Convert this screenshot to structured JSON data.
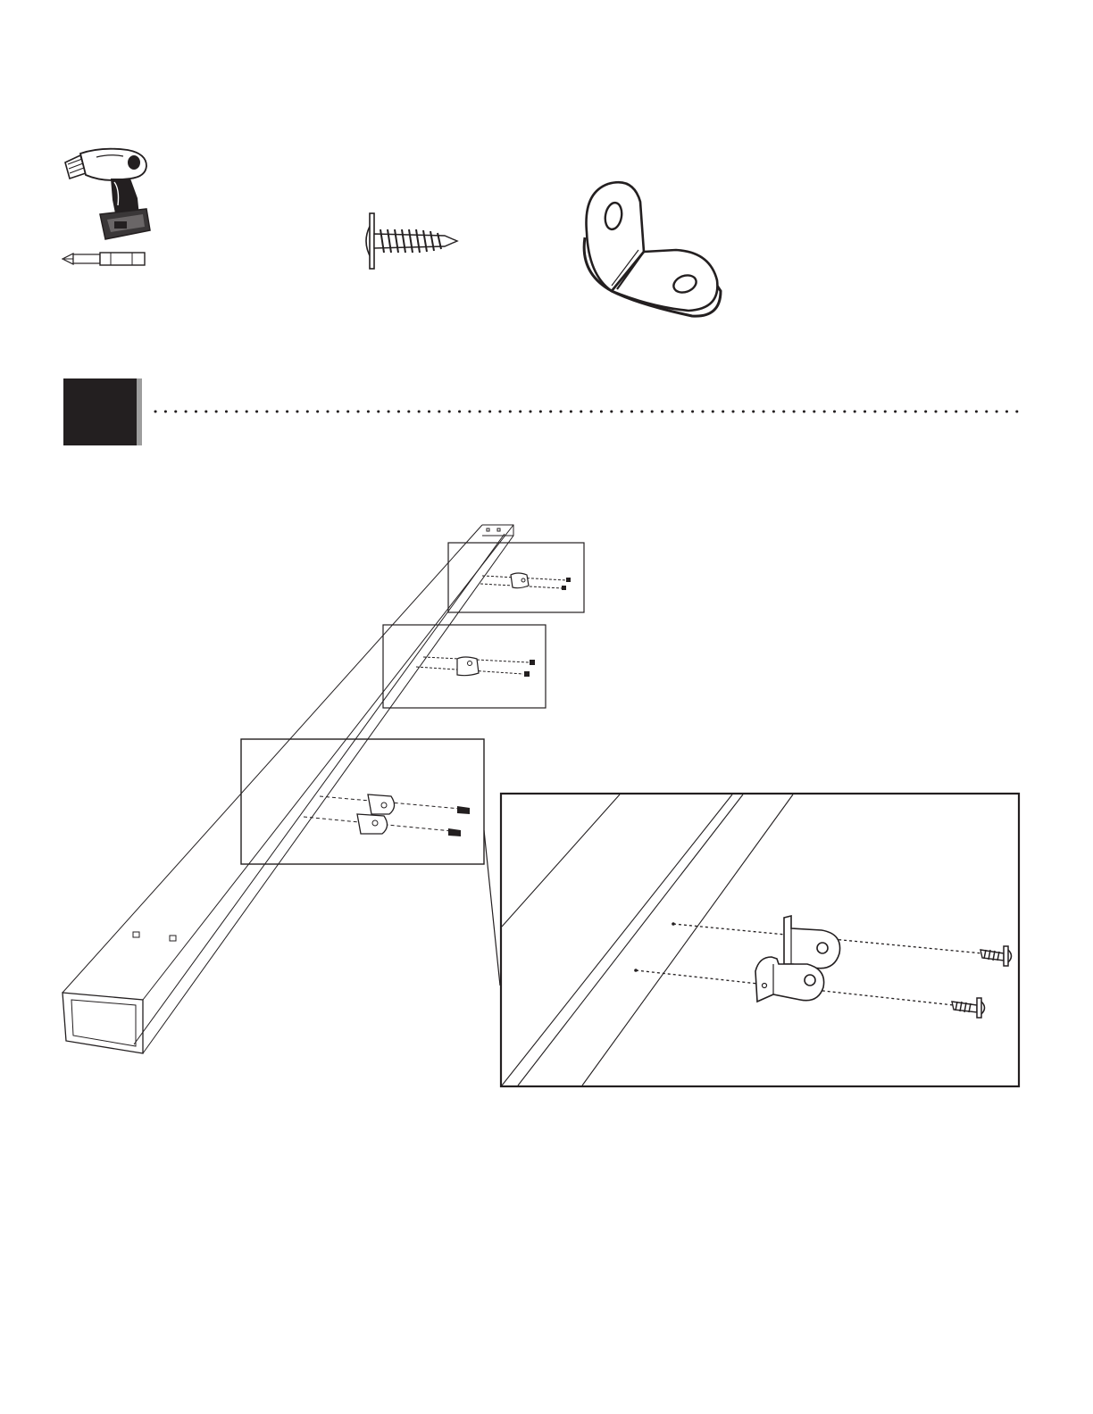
{
  "page": {
    "background": "#ffffff",
    "ink": "#231f20",
    "accent_gray": "#9d9d9d"
  },
  "tools": [
    {
      "name": "drill-icon"
    },
    {
      "name": "phillips-bit-icon"
    }
  ],
  "hardware": [
    {
      "name": "screw-icon"
    },
    {
      "name": "angle-bracket-icon"
    }
  ],
  "step": {
    "number_box": "filled",
    "separator": "dotted-line"
  },
  "assembly": {
    "part": "rectangular-tube",
    "callouts": 3,
    "detail_view": "enlarged-bracket-attachment"
  }
}
